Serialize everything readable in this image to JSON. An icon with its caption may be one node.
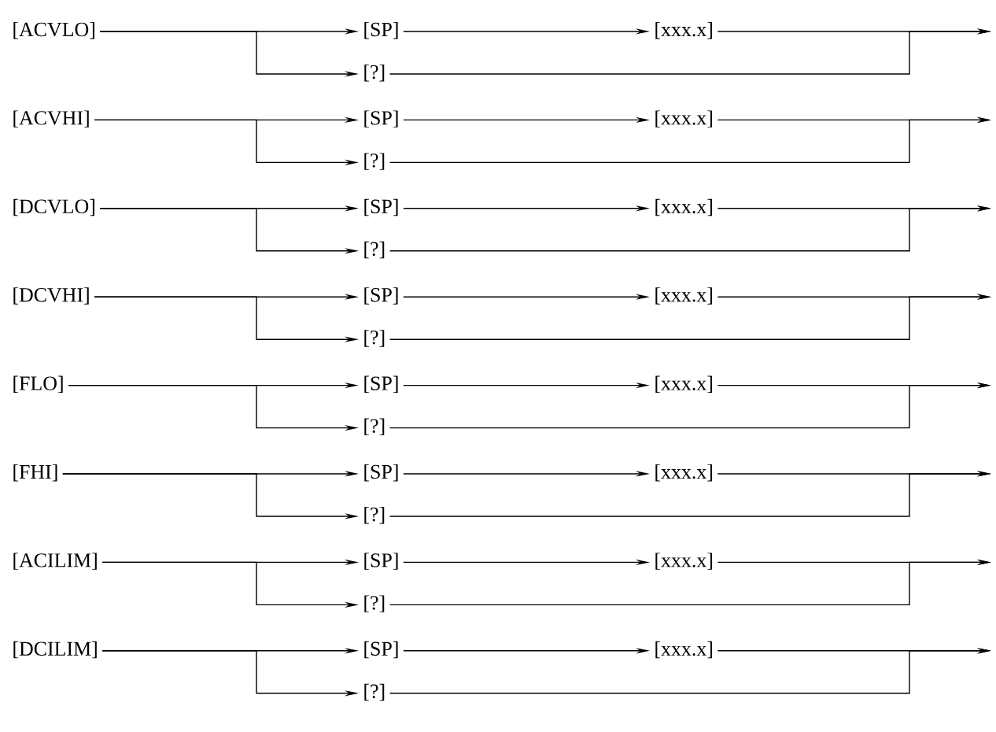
{
  "diagram": {
    "nodes": [
      {
        "text": [
          "[ACVLO]"
        ]
      },
      {
        "text": [
          "[SP]"
        ]
      },
      {
        "text": [
          "[xxx.x]"
        ]
      },
      {
        "text": [
          "[?]"
        ]
      },
      {
        "text": [
          "[ACVHI]"
        ]
      },
      {
        "text": [
          "[SP]"
        ]
      },
      {
        "text": [
          "[xxx.x]"
        ]
      },
      {
        "text": [
          "[?]"
        ]
      },
      {
        "text": [
          "[DCVLO]"
        ]
      },
      {
        "text": [
          "[SP]"
        ]
      },
      {
        "text": [
          "[xxx.x]"
        ]
      },
      {
        "text": [
          "[?]"
        ]
      },
      {
        "text": [
          "[DCVHI]"
        ]
      },
      {
        "text": [
          "[SP]"
        ]
      },
      {
        "text": [
          "[xxx.x]"
        ]
      },
      {
        "text": [
          "[?]"
        ]
      },
      {
        "text": [
          "[FLO]"
        ]
      },
      {
        "text": [
          "[SP]"
        ]
      },
      {
        "text": [
          "[xxx.x]"
        ]
      },
      {
        "text": [
          "[?]"
        ]
      },
      {
        "text": [
          "[FHI]"
        ]
      },
      {
        "text": [
          "[SP]"
        ]
      },
      {
        "text": [
          "[xxx.x]"
        ]
      },
      {
        "text": [
          "[?]"
        ]
      },
      {
        "text": [
          "[ACILIM]"
        ]
      },
      {
        "text": [
          "[SP]"
        ]
      },
      {
        "text": [
          "[xxx.x]"
        ]
      },
      {
        "text": [
          "[?]"
        ]
      },
      {
        "text": [
          "[DCILIM]"
        ]
      },
      {
        "text": [
          "[SP]"
        ]
      },
      {
        "text": [
          "[xxx.x]"
        ]
      },
      {
        "text": [
          "[?]"
        ]
      }
    ],
    "edges": [
      {
        "from": 0,
        "to": 1,
        "arrow": "to"
      },
      {
        "from": 0,
        "to": 3,
        "arrow": "to"
      },
      {
        "from": 1,
        "to": 2,
        "arrow": "to"
      },
      {
        "from": 2,
        "to": null,
        "arrow": "to"
      },
      {
        "from": 3,
        "to": null,
        "arrow": "to"
      },
      {
        "from": 4,
        "to": 5,
        "arrow": "to"
      },
      {
        "from": 4,
        "to": 7,
        "arrow": "to"
      },
      {
        "from": 5,
        "to": 6,
        "arrow": "to"
      },
      {
        "from": 6,
        "to": null,
        "arrow": "to"
      },
      {
        "from": 7,
        "to": null,
        "arrow": "to"
      },
      {
        "from": 8,
        "to": 9,
        "arrow": "to"
      },
      {
        "from": 8,
        "to": 11,
        "arrow": "to"
      },
      {
        "from": 9,
        "to": 10,
        "arrow": "to"
      },
      {
        "from": 10,
        "to": null,
        "arrow": "to"
      },
      {
        "from": 11,
        "to": null,
        "arrow": "to"
      },
      {
        "from": 12,
        "to": 13,
        "arrow": "to"
      },
      {
        "from": 12,
        "to": 15,
        "arrow": "to"
      },
      {
        "from": 13,
        "to": 14,
        "arrow": "to"
      },
      {
        "from": 14,
        "to": null,
        "arrow": "to"
      },
      {
        "from": 15,
        "to": null,
        "arrow": "to"
      },
      {
        "from": 16,
        "to": 17,
        "arrow": "to"
      },
      {
        "from": 16,
        "to": 19,
        "arrow": "to"
      },
      {
        "from": 17,
        "to": 18,
        "arrow": "to"
      },
      {
        "from": 18,
        "to": null,
        "arrow": "to"
      },
      {
        "from": 19,
        "to": null,
        "arrow": "to"
      },
      {
        "from": 20,
        "to": 21,
        "arrow": "to"
      },
      {
        "from": 20,
        "to": 23,
        "arrow": "to"
      },
      {
        "from": 21,
        "to": 22,
        "arrow": "to"
      },
      {
        "from": 22,
        "to": null,
        "arrow": "to"
      },
      {
        "from": 23,
        "to": null,
        "arrow": "to"
      },
      {
        "from": 24,
        "to": 25,
        "arrow": "to"
      },
      {
        "from": 24,
        "to": 27,
        "arrow": "to"
      },
      {
        "from": 25,
        "to": 26,
        "arrow": "to"
      },
      {
        "from": 26,
        "to": null,
        "arrow": "to"
      },
      {
        "from": 27,
        "to": null,
        "arrow": "to"
      },
      {
        "from": 28,
        "to": 29,
        "arrow": "to"
      },
      {
        "from": 28,
        "to": 31,
        "arrow": "to"
      },
      {
        "from": 29,
        "to": 30,
        "arrow": "to"
      },
      {
        "from": 30,
        "to": null,
        "arrow": "to"
      },
      {
        "from": 31,
        "to": null,
        "arrow": "to"
      }
    ]
  }
}
